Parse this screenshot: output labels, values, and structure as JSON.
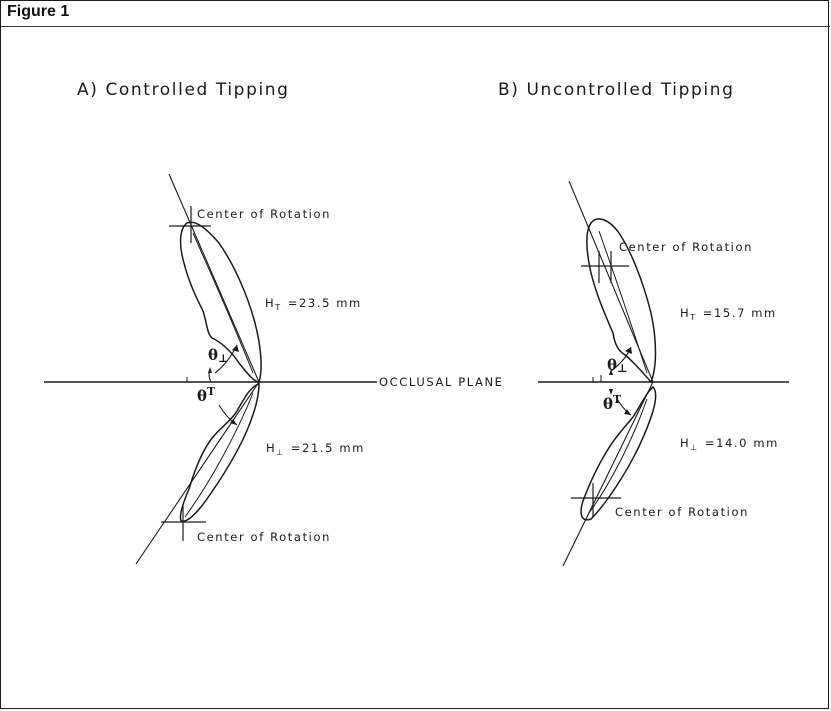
{
  "figure_title": "Figure 1",
  "panels": [
    {
      "title": "A)  Controlled Tipping",
      "upper_center_label": "Center of Rotation",
      "lower_center_label": "Center of Rotation",
      "upper_height_label": "H",
      "upper_height_subscript": "T",
      "upper_height_value": "=23.5 mm",
      "lower_height_label": "H",
      "lower_height_subscript": "⊥",
      "lower_height_value": "=21.5 mm",
      "theta_upper": "θ",
      "theta_upper_subscript": "⊥",
      "theta_lower": "θ",
      "theta_lower_subscript": "T"
    },
    {
      "title": "B)  Uncontrolled Tipping",
      "upper_center_label": "Center of Rotation",
      "lower_center_label": "Center of Rotation",
      "upper_height_label": "H",
      "upper_height_subscript": "T",
      "upper_height_value": "=15.7 mm",
      "lower_height_label": "H",
      "lower_height_subscript": "⊥",
      "lower_height_value": "=14.0 mm",
      "theta_upper": "θ",
      "theta_upper_subscript": "⊥",
      "theta_lower": "θ",
      "theta_lower_subscript": "T"
    }
  ],
  "occlusal_plane_label": "OCCLUSAL PLANE"
}
